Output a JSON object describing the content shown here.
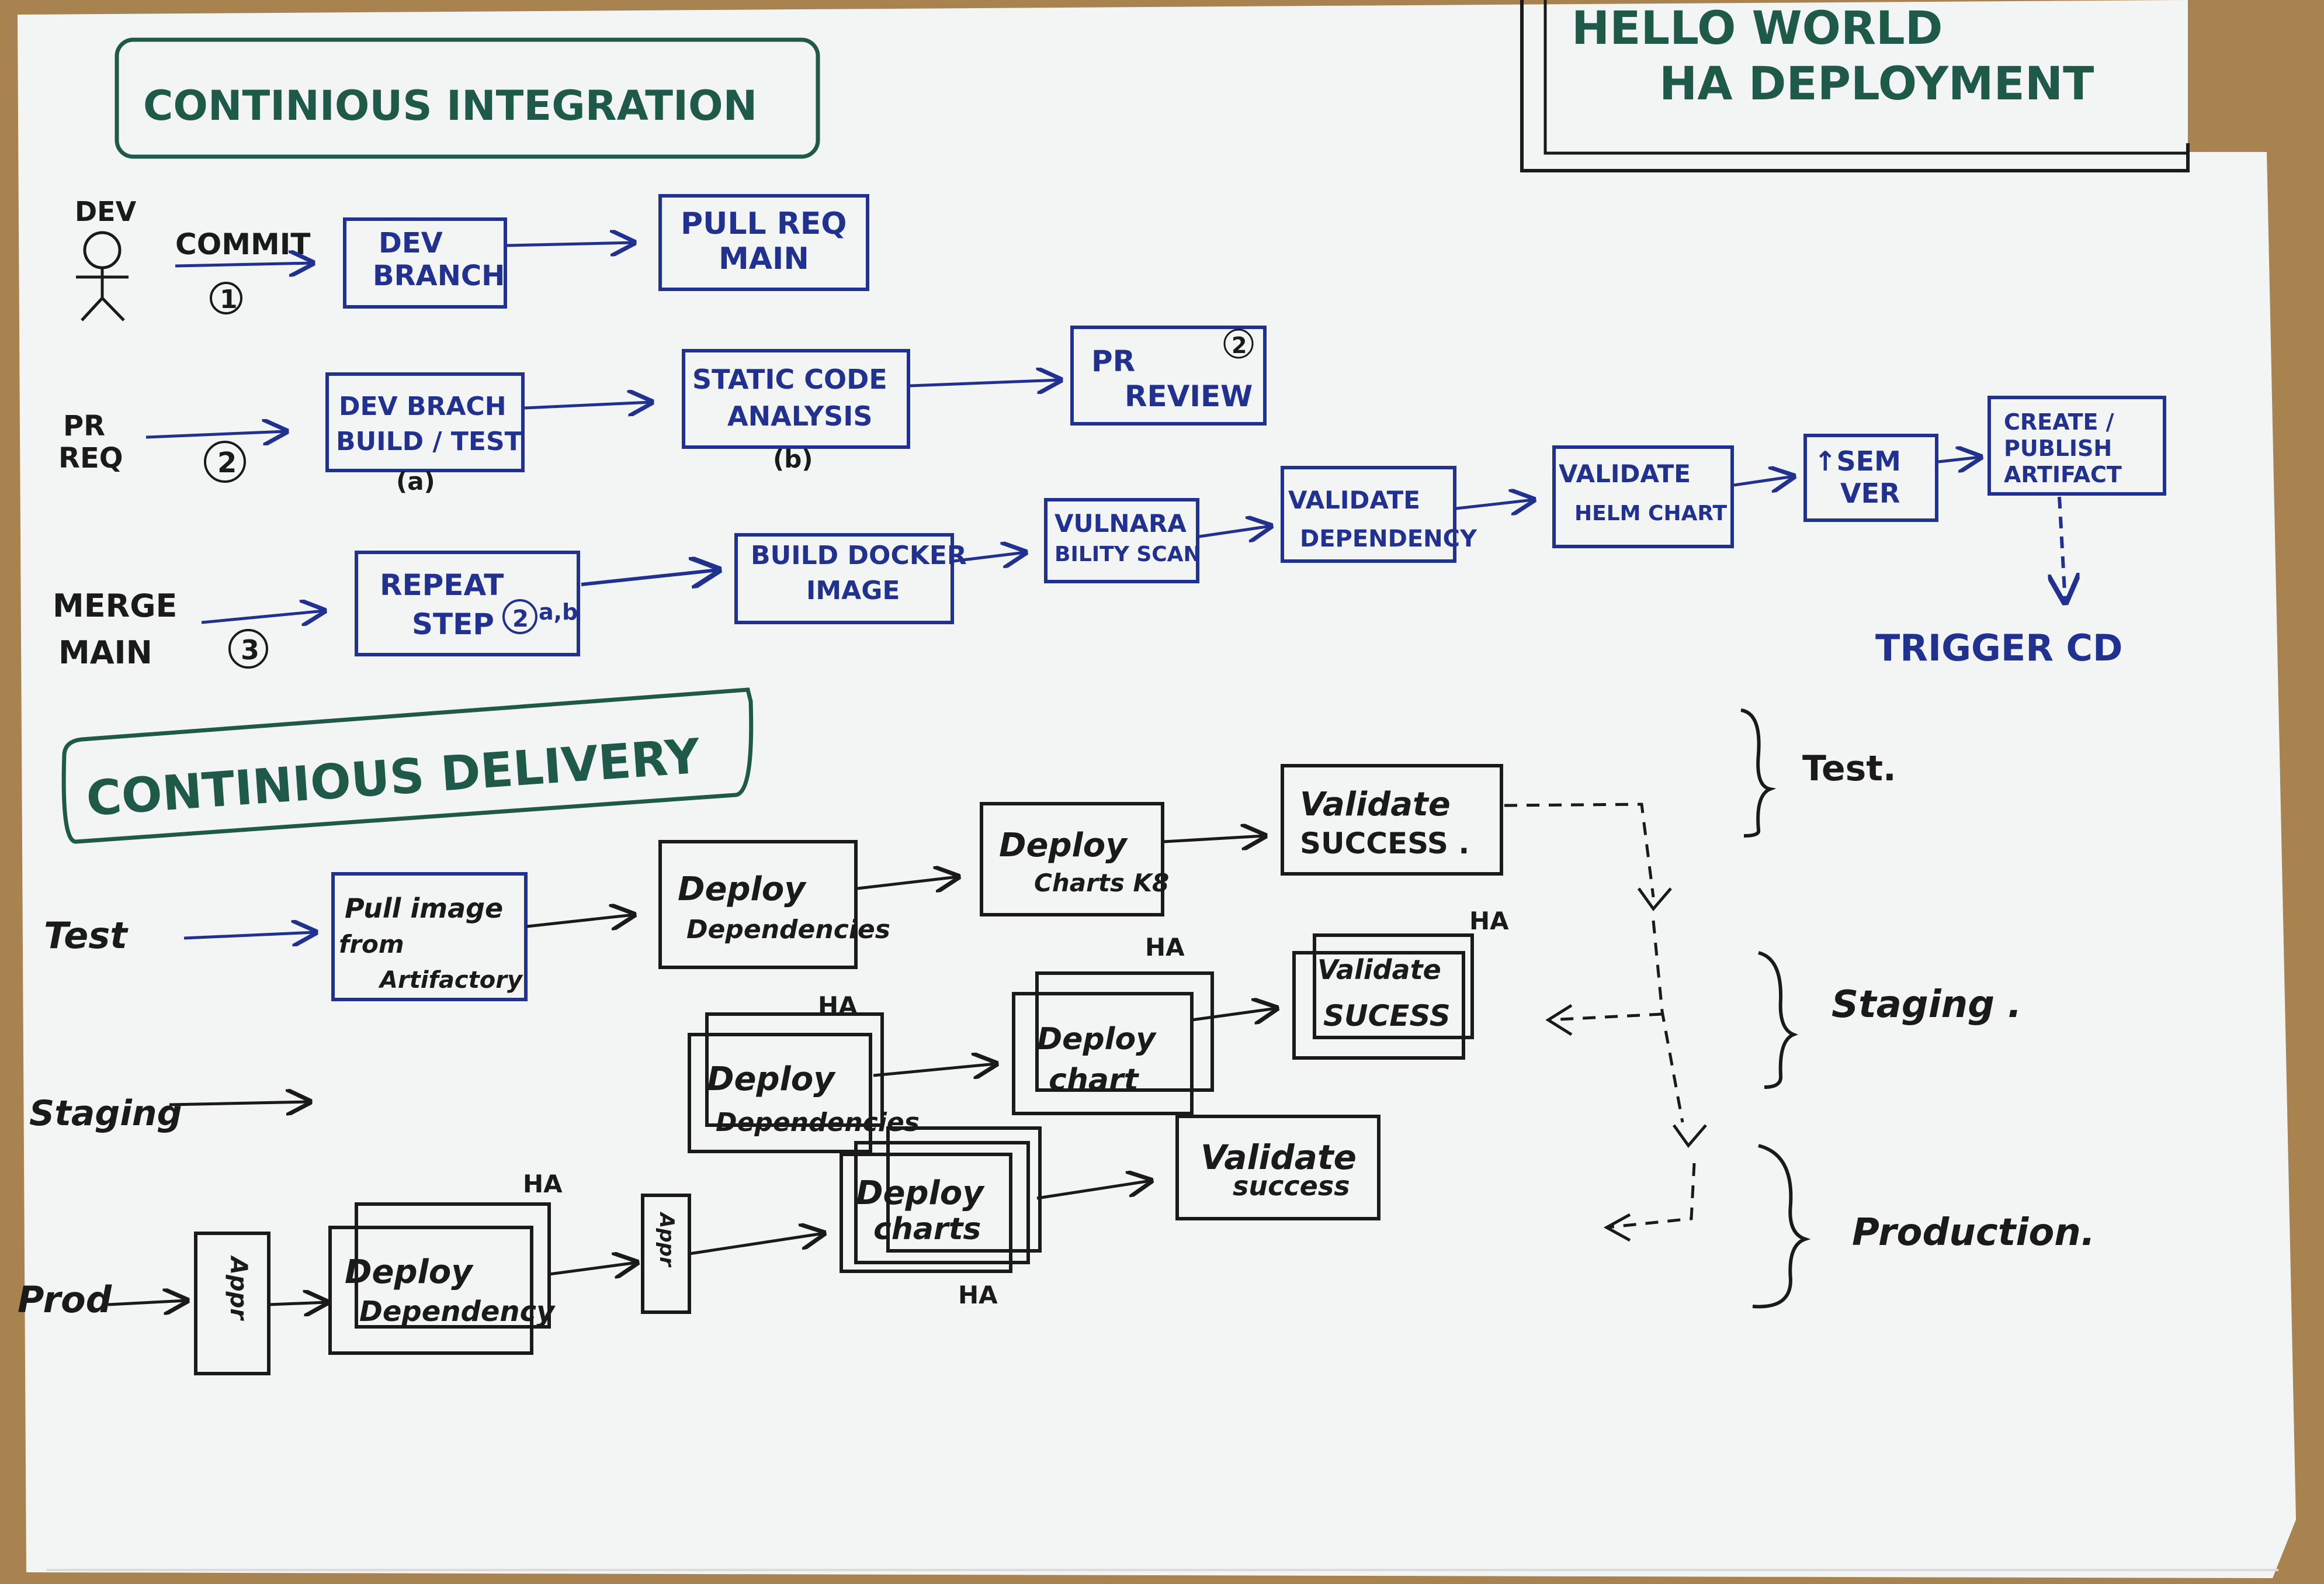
{
  "title": {
    "line1": "HELLO WORLD",
    "line2": "HA DEPLOYMENT"
  },
  "ci": {
    "heading": "CONTINIOUS INTEGRATION",
    "dev_label": "DEV",
    "commit_label": "COMMIT",
    "step1": "1",
    "dev_branch": [
      "DEV",
      "BRANCH"
    ],
    "pull_req": [
      "PULL REQ",
      "MAIN"
    ],
    "pr_req_label": [
      "PR",
      "REQ"
    ],
    "step2": "2",
    "dev_build": [
      "DEV BRACH",
      "BUILD / TEST"
    ],
    "dev_build_tag": "(a)",
    "static_code": [
      "STATIC CODE",
      "ANALYSIS"
    ],
    "static_tag": "(b)",
    "pr_review": [
      "PR",
      "REVIEW"
    ],
    "pr_review_tag": "2",
    "merge_label": [
      "MERGE",
      "MAIN"
    ],
    "step3": "3",
    "repeat": [
      "REPEAT",
      "STEP",
      "2",
      "a,b"
    ],
    "build_docker": [
      "BUILD DOCKER",
      "IMAGE"
    ],
    "vuln": [
      "VULNARA",
      "BILITY SCAN"
    ],
    "validate_dep": [
      "VALIDATE",
      "DEPENDENCY"
    ],
    "validate_helm": [
      "VALIDATE",
      "HELM CHART"
    ],
    "semver": [
      "↑SEM",
      "VER"
    ],
    "create_publish": [
      "CREATE /",
      "PUBLISH",
      "ARTIFACT"
    ],
    "trigger": "TRIGGER CD"
  },
  "cd": {
    "heading": "CONTINIOUS DELIVERY",
    "test_label": "Test",
    "pull_image": [
      "Pull image",
      "from",
      "Artifactory"
    ],
    "deploy_dep_test": [
      "Deploy",
      "Dependencies"
    ],
    "deploy_charts_test": [
      "Deploy",
      "Charts K8"
    ],
    "validate_test": [
      "Validate",
      "SUCCESS ."
    ],
    "staging_label": "Staging",
    "deploy_dep_staging": [
      "Deploy",
      "Dependencies"
    ],
    "deploy_chart_staging": [
      "Deploy",
      "chart"
    ],
    "validate_staging": [
      "Validate",
      "SUCESS"
    ],
    "prod_label": "Prod",
    "appr1": "Appr",
    "deploy_dep_prod": [
      "Deploy",
      "Dependency"
    ],
    "appr2": "Appr",
    "deploy_charts_prod": [
      "Deploy",
      "charts"
    ],
    "validate_prod": [
      "Validate",
      "success"
    ],
    "ha": "HA",
    "env_test": "Test.",
    "env_staging": "Staging .",
    "env_production": "Production."
  }
}
